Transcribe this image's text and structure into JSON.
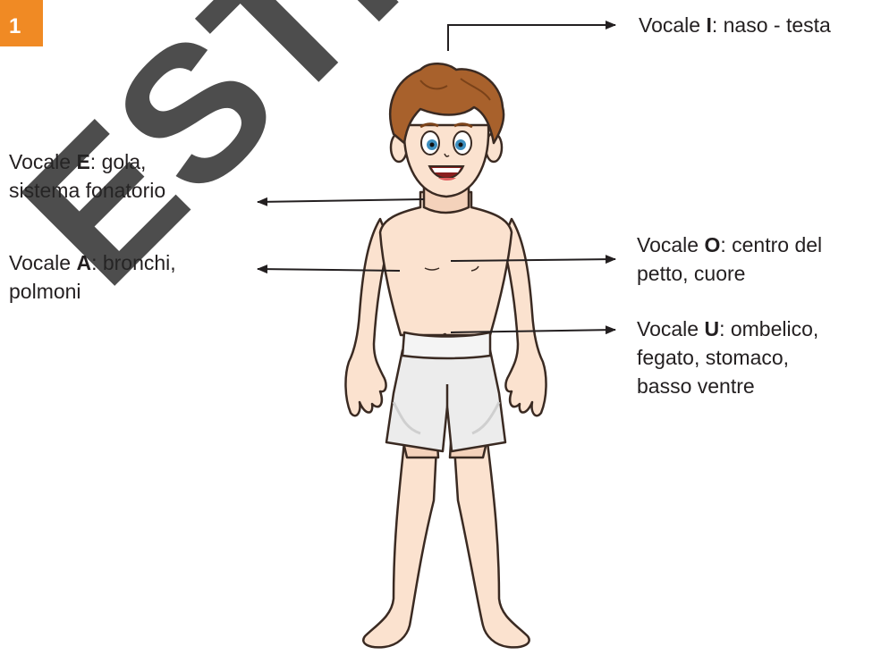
{
  "badge": "1",
  "watermark": "ESTR",
  "colors": {
    "badge": "#f08a24",
    "watermark": "#262626",
    "skin": "#fbe2cf",
    "hair": "#a8612c",
    "shorts": "#ececec"
  },
  "labels": {
    "i": {
      "pre": "Vocale ",
      "vowel": "I",
      "post": ": naso - testa"
    },
    "e": {
      "pre": "Vocale ",
      "vowel": "E",
      "post": ": gola,\nsistema fonatorio"
    },
    "a": {
      "pre": "Vocale ",
      "vowel": "A",
      "post": ": bronchi,\npolmoni"
    },
    "o": {
      "pre": "Vocale ",
      "vowel": "O",
      "post": ": centro del\npetto, cuore"
    },
    "u": {
      "pre": "Vocale ",
      "vowel": "U",
      "post": ": ombelico,\nfegato, stomaco,\nbasso ventre"
    }
  }
}
